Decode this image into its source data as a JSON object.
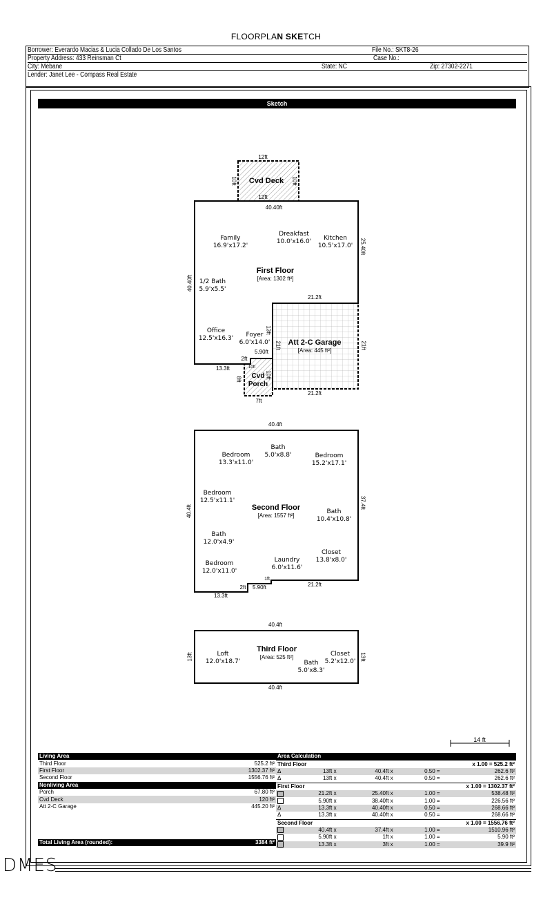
{
  "title": {
    "a": "FLOORPLA",
    "b": "N SKE",
    "c": "TCH"
  },
  "header": {
    "borrower": "Borrower: Everardo Macias & Lucia Collado De Los Santos",
    "file_no": "File No.:  SKT8-26",
    "address": "Property Address: 433 Reinsman Ct",
    "case_no": "Case No.:",
    "city": "City: Mebane",
    "state": "State: NC",
    "zip": "Zip: 27302-2271",
    "lender": "Lender: Janet Lee - Compass Real Estate"
  },
  "section_bar": "Sketch",
  "first_floor": {
    "name": "First Floor",
    "area": "[Area: 1302 ft²]",
    "rooms": [
      {
        "n": "Family",
        "d": "16.9'x17.2'"
      },
      {
        "n": "Dreakfast",
        "d": "10.0'x16.0'"
      },
      {
        "n": "Kitchen",
        "d": "10.5'x17.0'"
      },
      {
        "n": "1/2 Bath",
        "d": "5.9'x5.5'"
      },
      {
        "n": "Office",
        "d": "12.5'x16.3'"
      },
      {
        "n": "Foyer",
        "d": "6.0'x14.0'"
      }
    ],
    "dims": {
      "top": "40.40ft",
      "left": "40.40ft",
      "right": "25.40ft",
      "garage_top": "21.2ft",
      "bottom_left": "13.3ft",
      "step": "2ft",
      "step2": "5.90ft",
      "foyer_side": "13ft"
    }
  },
  "deck": {
    "name": "Cvd Deck",
    "top": "12ft",
    "bottom": "12ft",
    "left": "10ft",
    "right": "10ft"
  },
  "garage": {
    "name": "Att 2-C Garage",
    "area": "[Area: 445 ft²]",
    "left": "21ft",
    "right": "21ft",
    "bottom": "21.2ft"
  },
  "porch": {
    "name1": "Cvd",
    "name2": "Porch",
    "top": "10ft",
    "left": "8ft",
    "right": "10ft",
    "bottom": "7ft"
  },
  "second_floor": {
    "name": "Second Floor",
    "area": "[Area: 1557 ft²]",
    "rooms": [
      {
        "n": "Bedroom",
        "d": "13.3'x11.0'"
      },
      {
        "n": "Bath",
        "d": "5.0'x8.8'"
      },
      {
        "n": "Bedroom",
        "d": "15.2'x17.1'"
      },
      {
        "n": "Bedroom",
        "d": "12.5'x11.1'"
      },
      {
        "n": "Bath",
        "d": "10.4'x10.8'"
      },
      {
        "n": "Bath",
        "d": "12.0'x4.9'"
      },
      {
        "n": "Closet",
        "d": "13.8'x8.0'"
      },
      {
        "n": "Bedroom",
        "d": "12.0'x11.0'"
      },
      {
        "n": "Laundry",
        "d": "6.0'x11.6'"
      }
    ],
    "dims": {
      "top": "40.4ft",
      "left": "40.4ft",
      "right": "37.4ft",
      "bottom_left": "13.3ft",
      "step": "2ft",
      "step2": "5.90ft",
      "step3": "1ft",
      "bottom_right": "21.2ft"
    }
  },
  "third_floor": {
    "name": "Third Floor",
    "area": "[Area: 525 ft²]",
    "rooms": [
      {
        "n": "Loft",
        "d": "12.0'x18.7'"
      },
      {
        "n": "Bath",
        "d": "5.0'x8.3'"
      },
      {
        "n": "Closet",
        "d": "5.2'x12.0'"
      }
    ],
    "dims": {
      "top": "40.4ft",
      "bottom": "40.4ft",
      "left": "13ft",
      "right": "13ft"
    }
  },
  "scale": "14 ft",
  "living": {
    "header": "Living Area",
    "rows": [
      {
        "n": "Third Floor",
        "v": "525.2 ft²"
      },
      {
        "n": "First Floor",
        "v": "1302.37 ft²"
      },
      {
        "n": "Second Floor",
        "v": "1556.76 ft²"
      }
    ]
  },
  "nonliving": {
    "header": "Nonliving Area",
    "rows": [
      {
        "n": "Porch",
        "v": "67.80 ft²"
      },
      {
        "n": "Cvd Deck",
        "v": "120 ft²"
      },
      {
        "n": "Att 2-C Garage",
        "v": "445.20 ft²"
      }
    ]
  },
  "total": {
    "label": "Total Living Area (rounded):",
    "value": "3384 ft²"
  },
  "calc": {
    "header": "Area Calculation",
    "groups": [
      {
        "name": "Third Floor",
        "total": "x 1.00 = 525.2 ft²",
        "rows": [
          [
            "Δ",
            "13ft x",
            "40.4ft x",
            "0.50 =",
            "262.6 ft²"
          ],
          [
            "Δ",
            "13ft x",
            "40.4ft x",
            "0.50 =",
            "262.6 ft²"
          ]
        ]
      },
      {
        "name": "First Floor",
        "total": "x 1.00 = 1302.37 ft²",
        "rows": [
          [
            "■",
            "21.2ft x",
            "25.40ft x",
            "1.00 =",
            "538.48 ft²"
          ],
          [
            "□",
            "5.90ft x",
            "38.40ft x",
            "1.00 =",
            "226.56 ft²"
          ],
          [
            "Δ",
            "13.3ft x",
            "40.40ft x",
            "0.50 =",
            "268.66 ft²"
          ],
          [
            "Δ",
            "13.3ft x",
            "40.40ft x",
            "0.50 =",
            "268.66 ft²"
          ]
        ]
      },
      {
        "name": "Second Floor",
        "total": "x 1.00 = 1556.76 ft²",
        "rows": [
          [
            "■",
            "40.4ft x",
            "37.4ft x",
            "1.00 =",
            "1510.96 ft²"
          ],
          [
            "□",
            "5.90ft x",
            "1ft x",
            "1.00 =",
            "5.90 ft²"
          ],
          [
            "■",
            "13.3ft x",
            "3ft x",
            "1.00 =",
            "39.9 ft²"
          ]
        ]
      }
    ]
  },
  "logo": "DMES"
}
